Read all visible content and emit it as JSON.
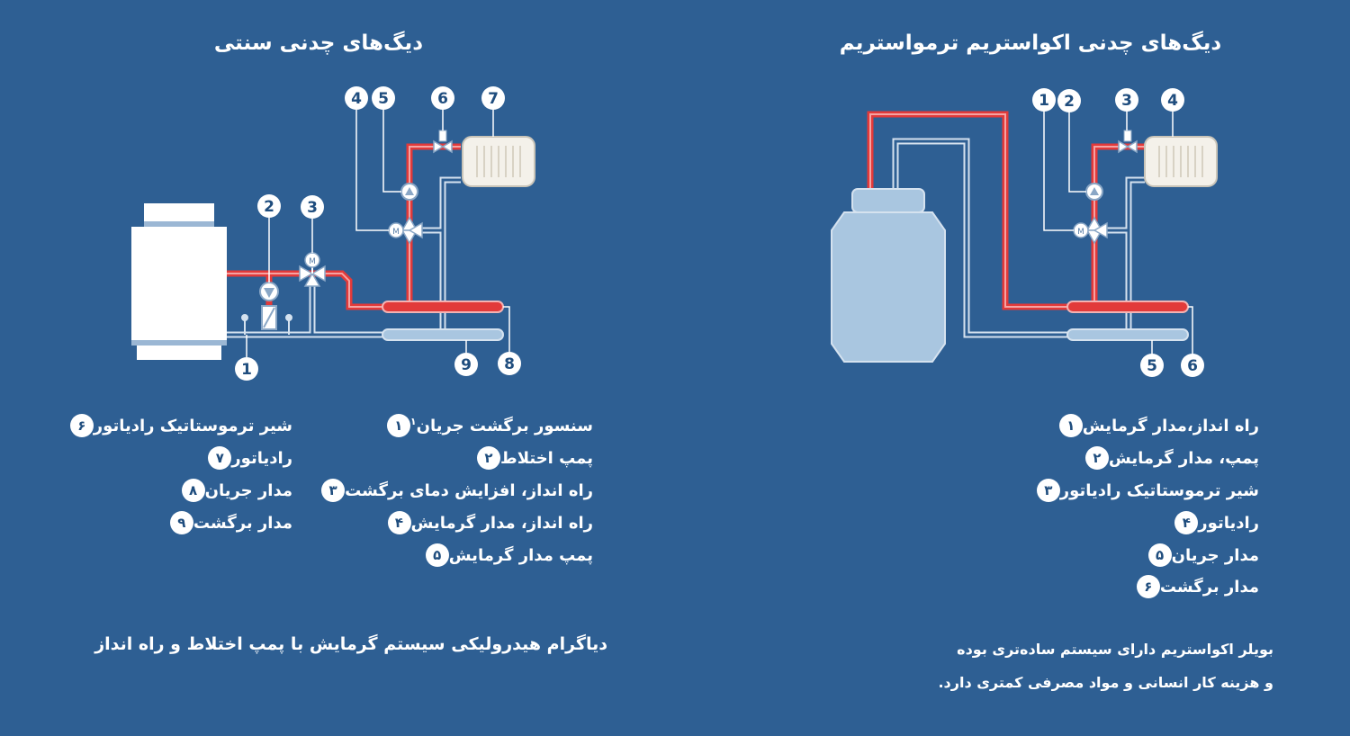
{
  "left_panel": {
    "title": "دیگ‌های چدنی سنتی",
    "diagram_numbers": [
      "1",
      "2",
      "3",
      "4",
      "5",
      "6",
      "7",
      "8",
      "9"
    ],
    "legend": [
      {
        "num": "۱",
        "text": "سنسور برگشت جریان",
        "superscript": "۱"
      },
      {
        "num": "۲",
        "text": "پمپ اختلاط"
      },
      {
        "num": "۳",
        "text": "راه انداز، افزایش دمای برگشت"
      },
      {
        "num": "۴",
        "text": "راه انداز، مدار گرمایش"
      },
      {
        "num": "۵",
        "text": "پمپ مدار گرمایش"
      },
      {
        "num": "۶",
        "text": "شیر ترموستاتیک رادیاتور"
      },
      {
        "num": "۷",
        "text": "رادیاتور"
      },
      {
        "num": "۸",
        "text": "مدار جریان"
      },
      {
        "num": "۹",
        "text": "مدار برگشت"
      }
    ],
    "caption": "دیاگرام هیدرولیکی سیستم گرمایش با پمپ اختلاط و راه انداز"
  },
  "right_panel": {
    "title": "دیگ‌های چدنی اکواستریم ترمواستریم",
    "diagram_numbers": [
      "1",
      "2",
      "3",
      "4",
      "5",
      "6"
    ],
    "legend": [
      {
        "num": "۱",
        "text": "راه انداز،مدار گرمایش"
      },
      {
        "num": "۲",
        "text": "پمپ، مدار گرمایش"
      },
      {
        "num": "۳",
        "text": "شیر ترموستاتیک رادیاتور"
      },
      {
        "num": "۴",
        "text": "رادیاتور"
      },
      {
        "num": "۵",
        "text": "مدار جریان"
      },
      {
        "num": "۶",
        "text": "مدار برگشت"
      }
    ],
    "caption_lines": [
      "بویلر اکواستریم دارای سیستم ساده‌تری بوده",
      "و هزینه کار انسانی و مواد مصرفی کمتری دارد."
    ]
  },
  "colors": {
    "background": "#2e5f93",
    "supply_pipe": "#e23a3a",
    "return_pipe": "#b9d0e6",
    "boiler_right": "#a9c6e0",
    "radiator": "#f4f1ea"
  }
}
